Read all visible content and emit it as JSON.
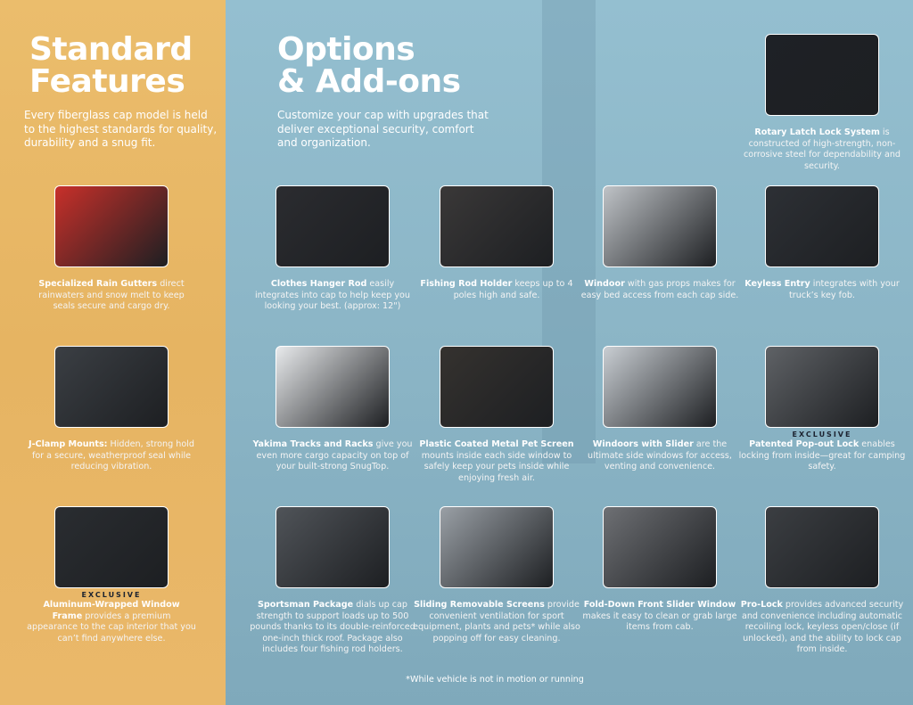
{
  "standard": {
    "title_line1": "Standard",
    "title_line2": "Features",
    "intro": "Every fiberglass cap model is held to the highest standards for quality, durability and a snug fit."
  },
  "options": {
    "title_line1": "Options",
    "title_line2": "& Add-ons",
    "intro": "Customize your cap with upgrades that deliver exceptional security, comfort and organization."
  },
  "colors": {
    "standard_panel": "#e7b662",
    "options_panel": "#8fb8c8",
    "text": "#ffffff",
    "exclusive_label": "#1c2330"
  },
  "cards": [
    {
      "id": "rain-gutters",
      "section": "standard",
      "lead": "Specialized Rain Gutters",
      "text": " direct rainwaters and snow melt to keep seals secure and cargo dry."
    },
    {
      "id": "j-clamp",
      "section": "standard",
      "lead": "J-Clamp Mounts:",
      "text": " Hidden, strong hold for a secure, weatherproof seal while reducing vibration."
    },
    {
      "id": "window-frame",
      "section": "standard",
      "exclusive": "EXCLUSIVE",
      "lead": "Aluminum-Wrapped Window Frame",
      "text": " provides a premium appearance to the cap interior that you can’t find anywhere else."
    },
    {
      "id": "rotary-latch",
      "section": "options",
      "lead": "Rotary Latch Lock System",
      "text": " is constructed of high-strength, non-corrosive steel for dependability and security."
    },
    {
      "id": "hanger-rod",
      "section": "options",
      "lead": "Clothes Hanger Rod",
      "text": " easily integrates into cap to help keep you looking your best. (approx: 12\")"
    },
    {
      "id": "fishing-rod",
      "section": "options",
      "lead": "Fishing Rod Holder",
      "text": " keeps up to 4 poles high and safe."
    },
    {
      "id": "windoor",
      "section": "options",
      "lead": "Windoor",
      "text": " with gas props makes for easy bed access from each cap side."
    },
    {
      "id": "keyless",
      "section": "options",
      "lead": "Keyless Entry",
      "text": " integrates with your truck’s key fob."
    },
    {
      "id": "yakima",
      "section": "options",
      "lead": "Yakima Tracks and Racks",
      "text": " give you even more cargo capacity on top of your built-strong SnugTop."
    },
    {
      "id": "pet-screen",
      "section": "options",
      "lead": "Plastic Coated Metal Pet Screen",
      "text": " mounts inside each side window to safely keep your pets inside while enjoying fresh air."
    },
    {
      "id": "windoor-slider",
      "section": "options",
      "lead": "Windoors with Slider",
      "text": " are the ultimate side windows for access, venting and convenience."
    },
    {
      "id": "popout-lock",
      "section": "options",
      "exclusive": "EXCLUSIVE",
      "lead": "Patented Pop-out Lock",
      "text": " enables locking from inside—great for camping safety."
    },
    {
      "id": "sportsman",
      "section": "options",
      "lead": "Sportsman Package",
      "text": " dials up cap strength to support loads up to 500 pounds thanks to its double-reinforced one-inch thick roof. Package also includes four fishing rod holders."
    },
    {
      "id": "sliding-screens",
      "section": "options",
      "lead": "Sliding Removable Screens",
      "text": " provide convenient ventilation for sport equipment, plants and pets* while also popping off for easy cleaning."
    },
    {
      "id": "fold-down",
      "section": "options",
      "lead": "Fold-Down Front Slider Window",
      "text": " makes it easy to clean or grab large items from cab."
    },
    {
      "id": "pro-lock",
      "section": "options",
      "lead": "Pro-Lock",
      "text": " provides advanced security and convenience including automatic recoiling lock, keyless open/close (if unlocked), and the ability to lock cap from inside."
    }
  ],
  "footnote": "*While vehicle is not in motion or running"
}
